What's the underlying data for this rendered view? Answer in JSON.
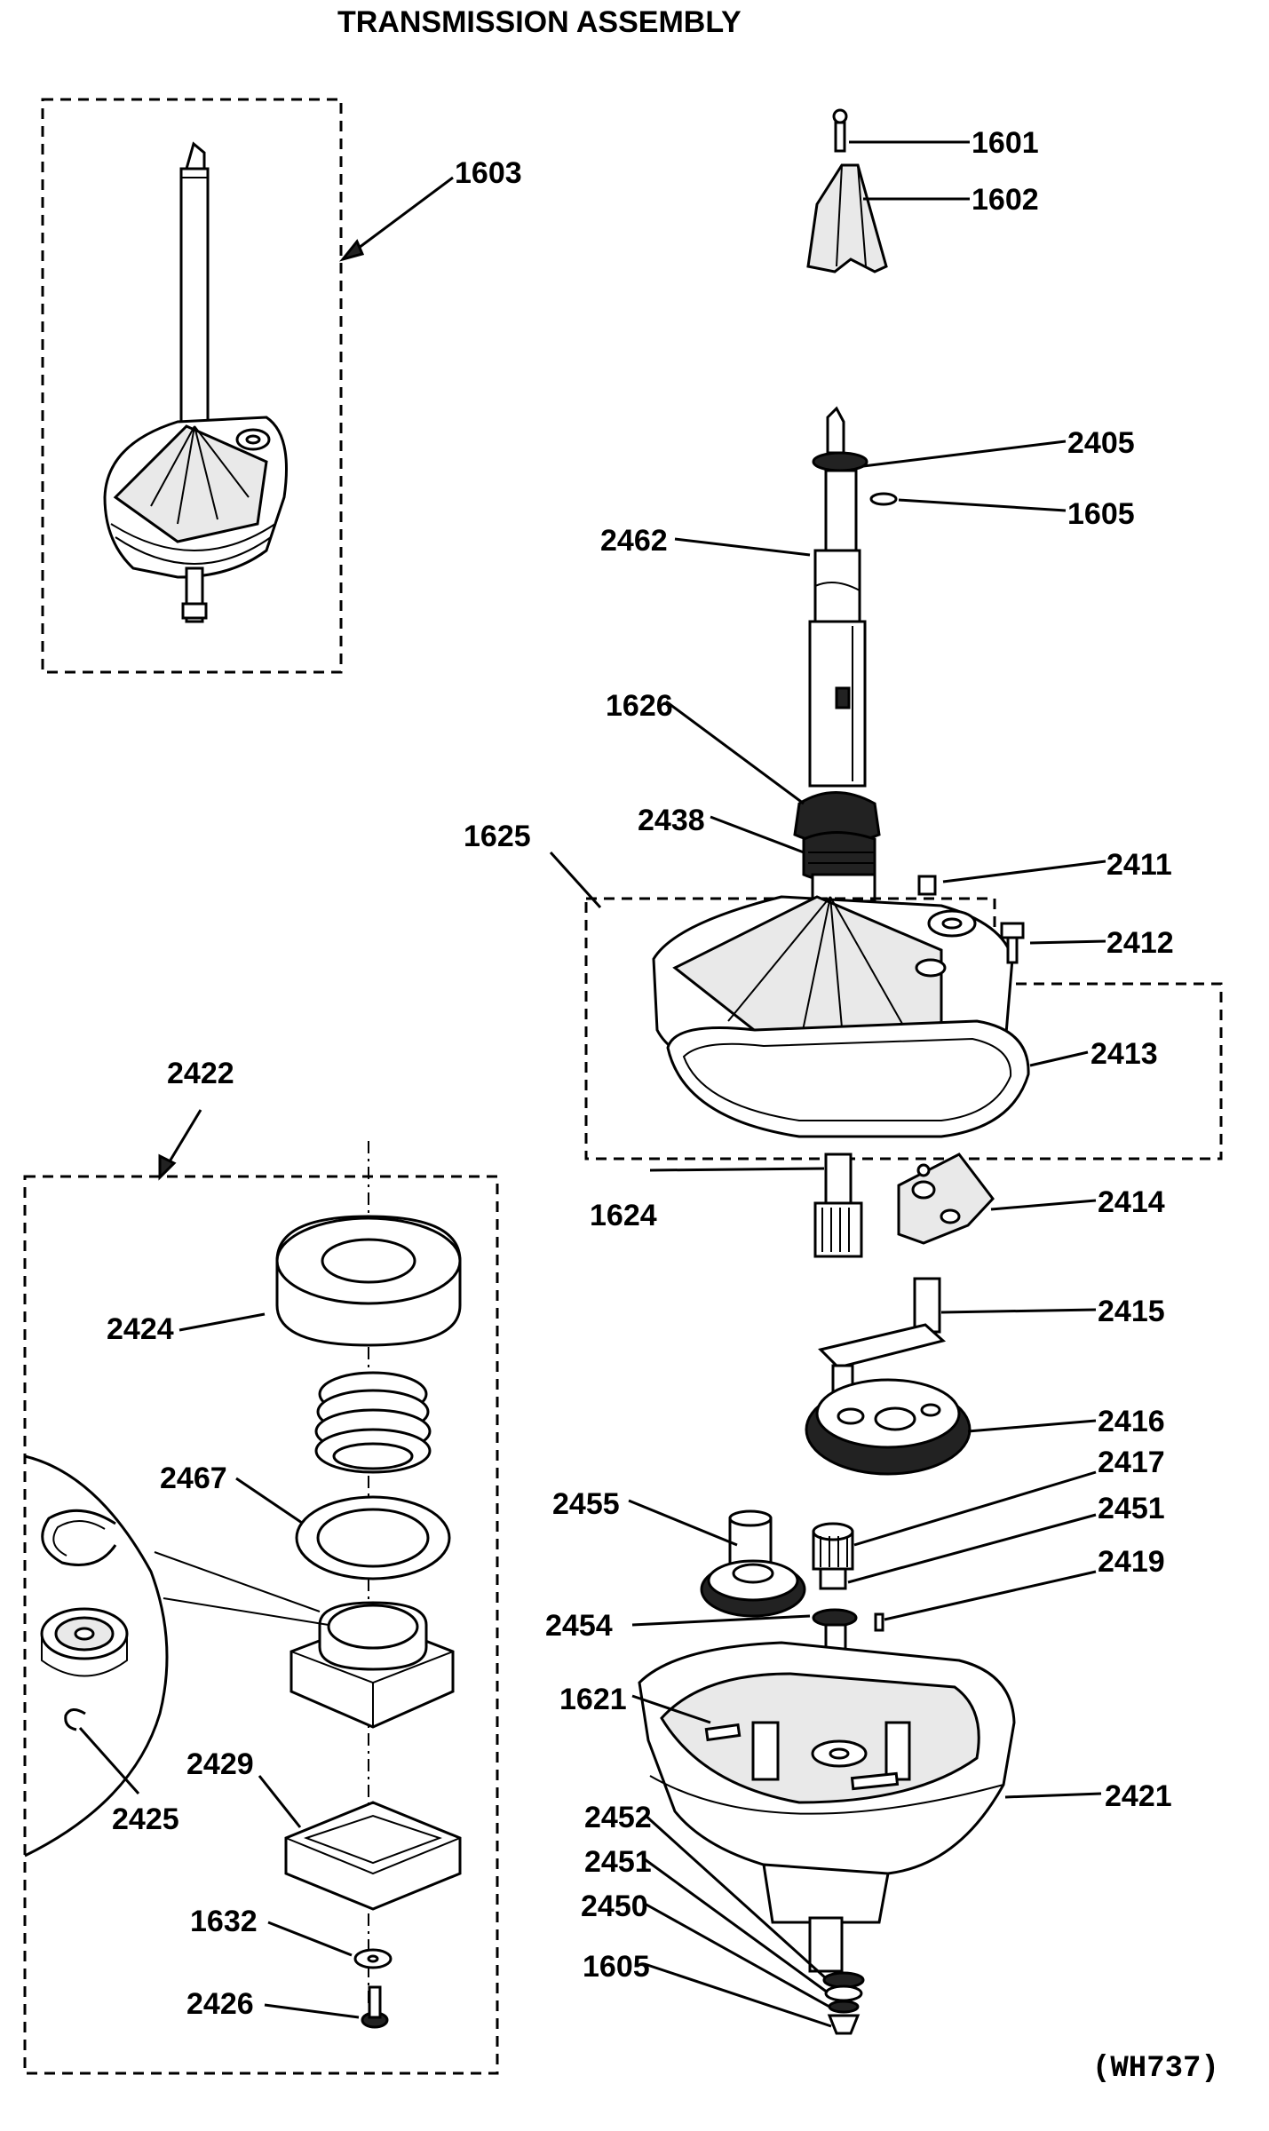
{
  "title": "TRANSMISSION ASSEMBLY",
  "drawing_code": "(WH737)",
  "parts": {
    "p1601": "1601",
    "p1602": "1602",
    "p1603": "1603",
    "p1605a": "1605",
    "p2405": "2405",
    "p2462": "2462",
    "p1626": "1626",
    "p2438": "2438",
    "p1625": "1625",
    "p2411": "2411",
    "p2412": "2412",
    "p2413": "2413",
    "p1624": "1624",
    "p2414": "2414",
    "p2415": "2415",
    "p2416": "2416",
    "p2417": "2417",
    "p2451a": "2451",
    "p2419": "2419",
    "p2455": "2455",
    "p2454": "2454",
    "p1621": "1621",
    "p2421": "2421",
    "p2452": "2452",
    "p2451b": "2451",
    "p2450": "2450",
    "p1605b": "1605",
    "p2422": "2422",
    "p2424": "2424",
    "p2467": "2467",
    "p2425": "2425",
    "p2429": "2429",
    "p1632": "1632",
    "p2426": "2426"
  }
}
